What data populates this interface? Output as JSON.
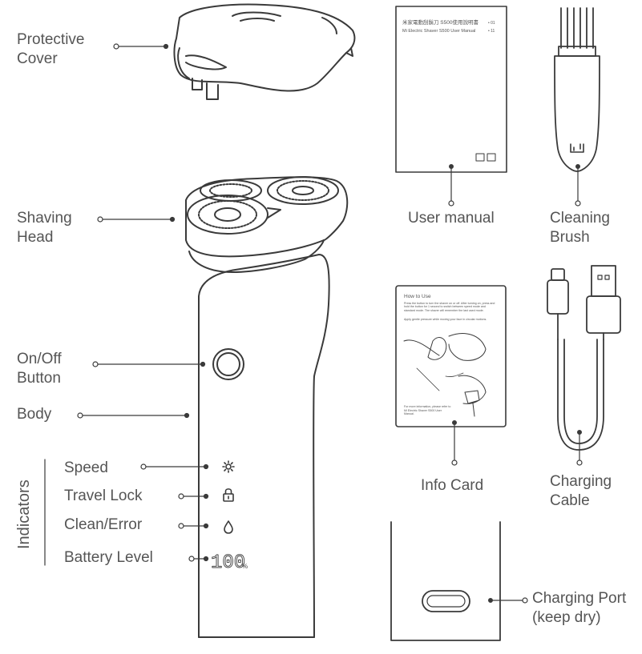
{
  "labels": {
    "protective_cover": [
      "Protective",
      "Cover"
    ],
    "shaving_head": [
      "Shaving",
      "Head"
    ],
    "on_off_button": [
      "On/Off",
      "Button"
    ],
    "body": "Body",
    "indicators": "Indicators",
    "speed": "Speed",
    "travel_lock": "Travel Lock",
    "clean_error": "Clean/Error",
    "battery_level": "Battery Level",
    "user_manual": "User manual",
    "cleaning_brush": [
      "Cleaning",
      "Brush"
    ],
    "info_card": "Info Card",
    "charging_cable": [
      "Charging",
      "Cable"
    ],
    "charging_port": [
      "Charging Port",
      "(keep dry)"
    ]
  },
  "manual": {
    "line1": "米家電動刮鬍刀 S500使用說明書",
    "line1_page": "• 01",
    "line2": "Mi Electric Shaver S500 User Manual",
    "line2_page": "• 11"
  },
  "info_card": {
    "title": "How to Use",
    "text1": "Press the button to turn the shaver on or off. After turning on, press and hold the button for 1 second to switch between speed mode and standard mode. The shaver will remember the last used mode.",
    "text2": "Apply gentle pressure while moving your face in circular motions.",
    "footer": "For more information, please refer to Mi Electric Shaver S500 User Manual."
  },
  "display": {
    "battery_value": "100",
    "battery_unit": "%"
  },
  "icons": [
    "speed-icon",
    "travel-lock-icon",
    "clean-error-icon",
    "mi-logo-icon",
    "usb-icon"
  ],
  "colors": {
    "line": "#3a3a3a",
    "text": "#555555"
  }
}
